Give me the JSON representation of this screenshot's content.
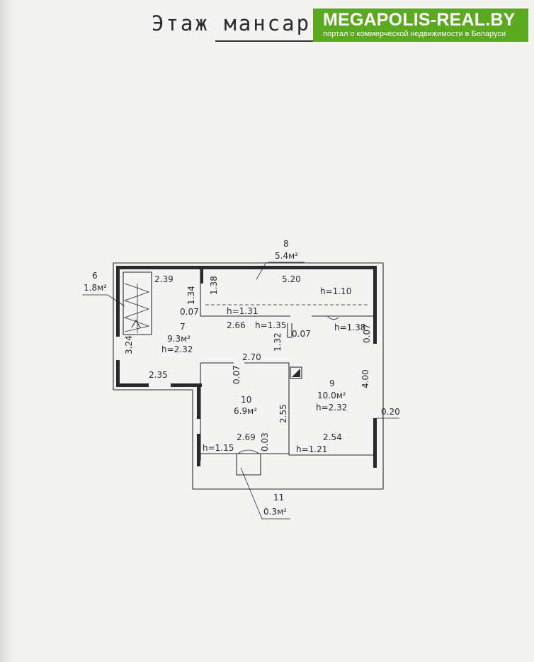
{
  "header": {
    "title": "Этаж мансар",
    "logo_name": "MEGAPOLIS-REAL.BY",
    "logo_tagline": "портал о коммерческой недвижимости в Беларуси",
    "logo_color": "#5aa91e"
  },
  "plan": {
    "rooms": [
      {
        "number": "6",
        "area": "1.8м²"
      },
      {
        "number": "7",
        "area": "9.3м²",
        "height": "h=2.32"
      },
      {
        "number": "8",
        "area": "5.4м²"
      },
      {
        "number": "9",
        "area": "10.0м²",
        "height": "h=2.32"
      },
      {
        "number": "10",
        "area": "6.9м²"
      },
      {
        "number": "11",
        "area": "0.3м²"
      }
    ],
    "dimensions": [
      "2.39",
      "1.34",
      "1.38",
      "5.20",
      "0.07",
      "2.66",
      "3.24",
      "0.07",
      "1.32",
      "2.70",
      "2.35",
      "0.07",
      "2.55",
      "4.00",
      "0.20",
      "2.69",
      "0.03",
      "2.54",
      "0.07"
    ],
    "heights": [
      "h=1.10",
      "h=1.31",
      "h=1.35",
      "h=1.38",
      "h=1.15",
      "h=1.21"
    ]
  }
}
